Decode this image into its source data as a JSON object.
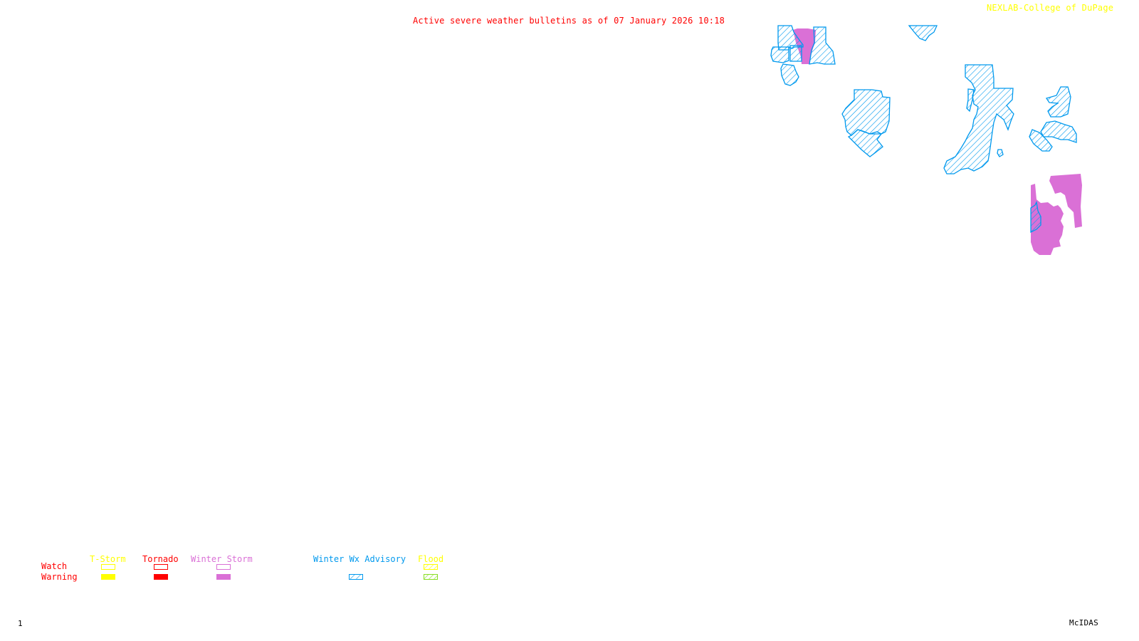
{
  "header": {
    "title": "Active severe weather bulletins as of 07 January 2026 10:18",
    "credit": "NEXLAB-College of DuPage"
  },
  "colors": {
    "title": "#ff0000",
    "credit": "#ffff00",
    "tstorm": "#ffff00",
    "tornado": "#ff0000",
    "winter_storm": "#da70d6",
    "winter_wx_advisory": "#0099ee",
    "flood_watch": "#ffff00",
    "flood_warning": "#88dd22"
  },
  "legend": {
    "row_labels": {
      "watch": "Watch",
      "warning": "Warning"
    },
    "categories": [
      {
        "id": "tstorm",
        "label": "T-Storm",
        "watch_style": "outline",
        "warning_style": "solid"
      },
      {
        "id": "tornado",
        "label": "Tornado",
        "watch_style": "outline",
        "warning_style": "solid"
      },
      {
        "id": "winter_storm",
        "label": "Winter Storm",
        "watch_style": "outline",
        "warning_style": "solid"
      },
      {
        "id": "winter_wx_advisory",
        "label": "Winter Wx Advisory",
        "watch_style": "none",
        "warning_style": "hatched"
      },
      {
        "id": "flood",
        "label": "Flood",
        "watch_style": "hatched",
        "warning_style": "hatched"
      }
    ]
  },
  "map_regions": [
    {
      "type": "Winter Wx Advisory",
      "style": "hatched"
    },
    {
      "type": "Winter Storm Warning",
      "style": "solid"
    }
  ],
  "footer": {
    "frame_number": "1",
    "software": "McIDAS"
  }
}
